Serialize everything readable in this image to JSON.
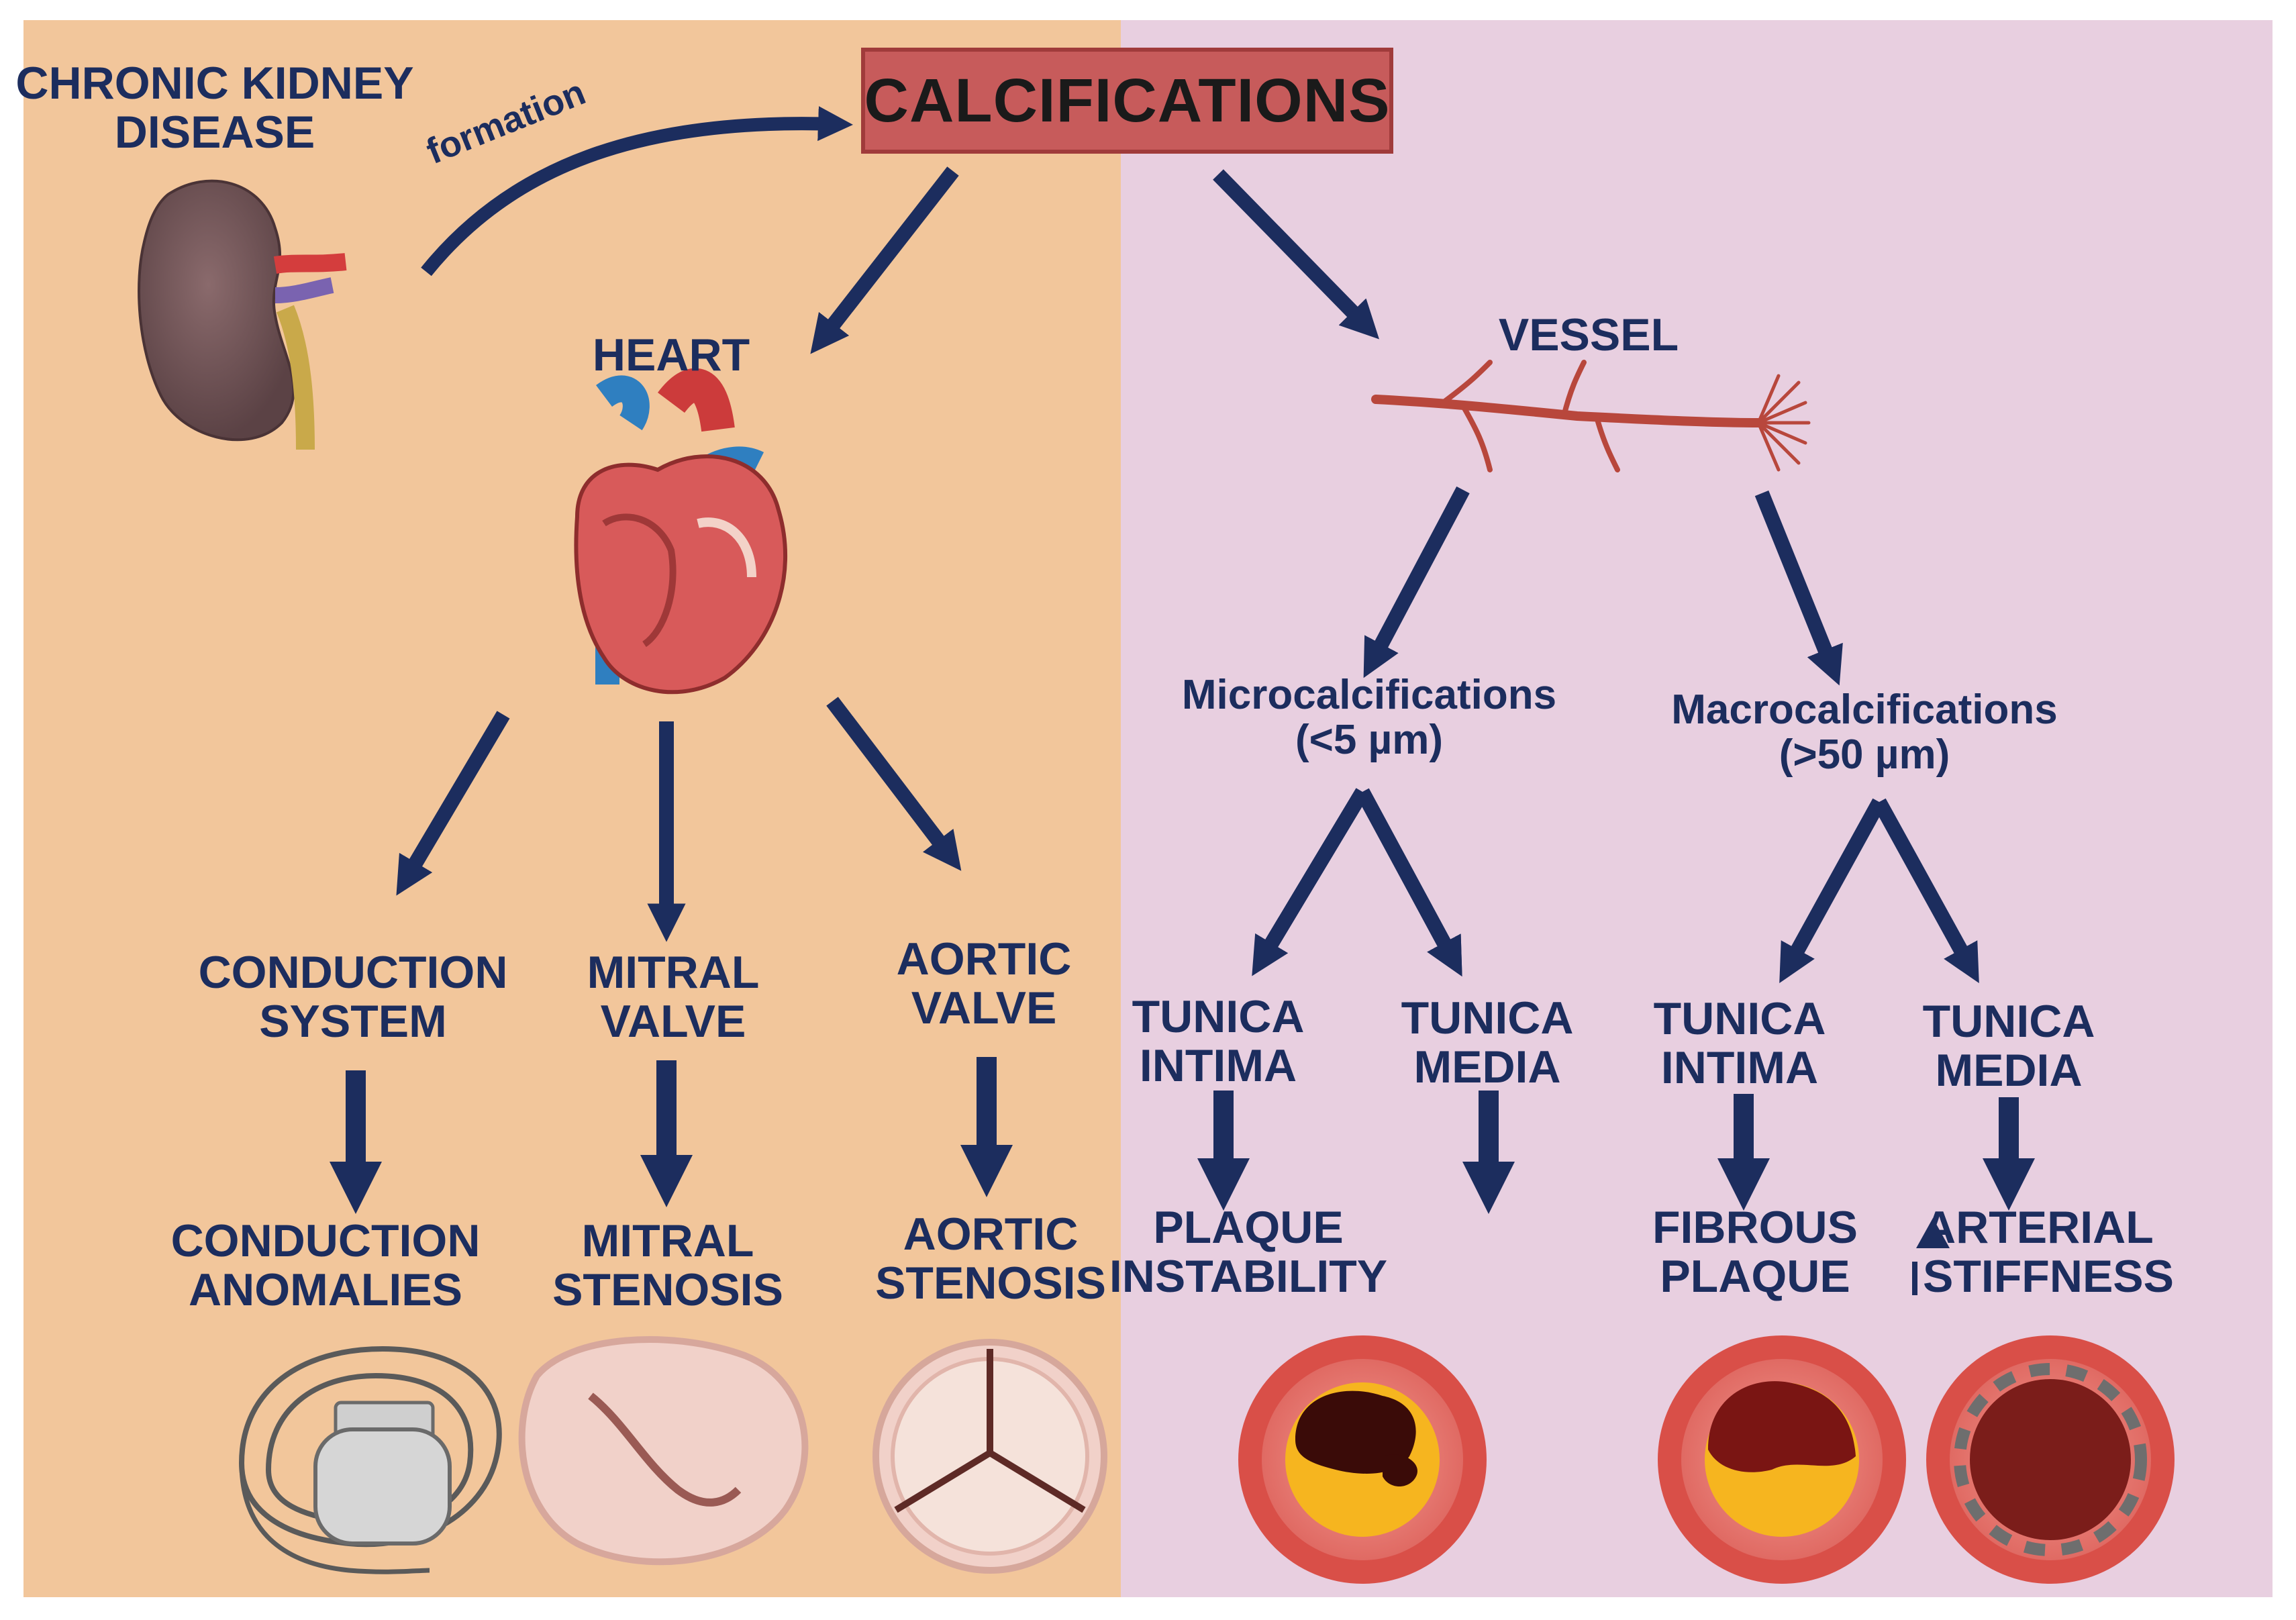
{
  "title": "CALCIFICATIONS",
  "colors": {
    "left_panel": "#f2c69b",
    "right_panel": "#e8cfe0",
    "arrow": "#1c2d5e",
    "title_box": "#c75b5b"
  },
  "labels": {
    "ckd": "CHRONIC KIDNEY\nDISEASE",
    "formation": "formation",
    "heart": "HEART",
    "vessel": "VESSEL",
    "micro": "Microcalcifications\n(<5 µm)",
    "macro": "Macrocalcifications\n(>50 µm)",
    "conduction_system": "CONDUCTION\nSYSTEM",
    "mitral_valve": "MITRAL\nVALVE",
    "aortic_valve": "AORTIC\nVALVE",
    "tunica_intima_1": "TUNICA\nINTIMA",
    "tunica_media_1": "TUNICA\nMEDIA",
    "tunica_intima_2": "TUNICA\nINTIMA",
    "tunica_media_2": "TUNICA\nMEDIA",
    "conduction_anomalies": "CONDUCTION\nANOMALIES",
    "mitral_stenosis": "MITRAL\nSTENOSIS",
    "aortic_stenosis": "AORTIC\nSTENOSIS",
    "plaque_instability": "PLAQUE\nINSTABILITY",
    "fibrous_plaque": "FIBROUS\nPLAQUE",
    "arterial_stiffness": "ARTERIAL\nSTIFFNESS"
  },
  "icons": [
    "kidney-icon",
    "heart-icon",
    "vessel-icon",
    "pacemaker-icon",
    "mitral-valve-icon",
    "aortic-valve-icon",
    "vessel-cross-section-icon"
  ]
}
